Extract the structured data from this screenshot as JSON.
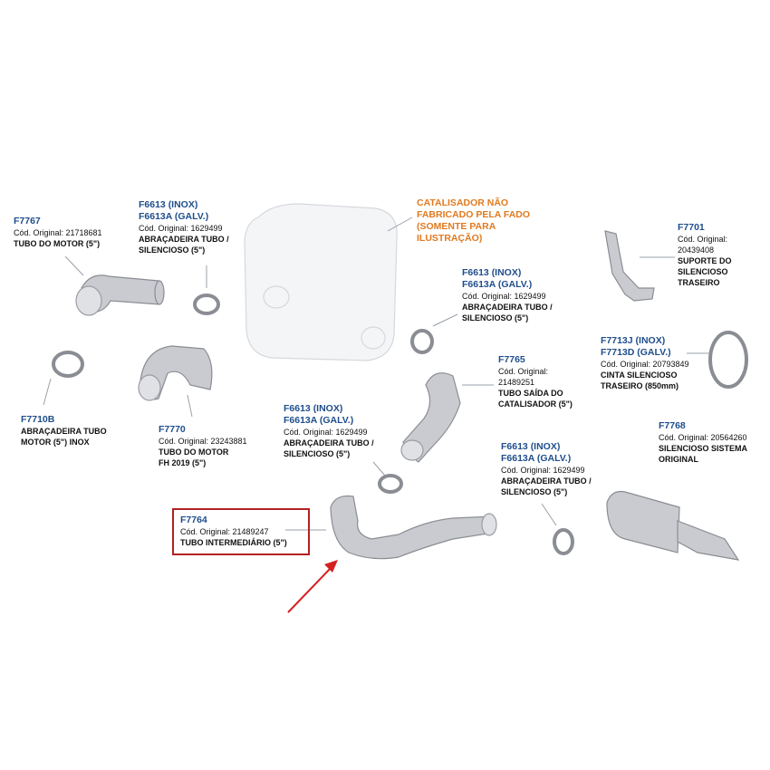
{
  "parts": {
    "f7767": {
      "code": "F7767",
      "orig": "Cód. Original: 21718681",
      "desc": "TUBO DO MOTOR (5\")"
    },
    "f6613_a": {
      "code1": "F6613 (INOX)",
      "code2": "F6613A (GALV.)",
      "orig": "Cód. Original: 1629499",
      "desc1": "ABRAÇADEIRA TUBO /",
      "desc2": "SILENCIOSO (5\")"
    },
    "catalisador": {
      "l1": "CATALISADOR NÃO",
      "l2": "FABRICADO PELA FADO",
      "l3": "(SOMENTE PARA",
      "l4": "ILUSTRAÇÃO)"
    },
    "f7701": {
      "code": "F7701",
      "orig1": "Cód. Original:",
      "orig2": "20439408",
      "desc1": "SUPORTE DO",
      "desc2": "SILENCIOSO",
      "desc3": "TRASEIRO"
    },
    "f6613_b": {
      "code1": "F6613 (INOX)",
      "code2": "F6613A (GALV.)",
      "orig": "Cód. Original: 1629499",
      "desc1": "ABRAÇADEIRA TUBO /",
      "desc2": "SILENCIOSO (5\")"
    },
    "f7713": {
      "code1": "F7713J (INOX)",
      "code2": "F7713D (GALV.)",
      "orig": "Cód. Original: 20793849",
      "desc1": "CINTA SILENCIOSO",
      "desc2": "TRASEIRO (850mm)"
    },
    "f7765": {
      "code": "F7765",
      "orig1": "Cód. Original:",
      "orig2": "21489251",
      "desc1": "TUBO SAÍDA DO",
      "desc2": "CATALISADOR  (5\")"
    },
    "f7710b": {
      "code": "F7710B",
      "desc1": "ABRAÇADEIRA TUBO",
      "desc2": "MOTOR (5\") INOX"
    },
    "f7770": {
      "code": "F7770",
      "orig": "Cód. Original: 23243881",
      "desc1": "TUBO DO MOTOR",
      "desc2": "FH 2019 (5\")"
    },
    "f6613_c": {
      "code1": "F6613 (INOX)",
      "code2": "F6613A (GALV.)",
      "orig": "Cód. Original: 1629499",
      "desc1": "ABRAÇADEIRA TUBO /",
      "desc2": "SILENCIOSO (5\")"
    },
    "f7768": {
      "code": "F7768",
      "orig": "Cód. Original: 20564260",
      "desc1": "SILENCIOSO SISTEMA",
      "desc2": "ORIGINAL"
    },
    "f6613_d": {
      "code1": "F6613 (INOX)",
      "code2": "F6613A (GALV.)",
      "orig": "Cód. Original: 1629499",
      "desc1": "ABRAÇADEIRA TUBO /",
      "desc2": "SILENCIOSO (5\")"
    },
    "f7764": {
      "code": "F7764",
      "orig": "Cód. Original: 21489247",
      "desc": "TUBO INTERMEDIÁRIO (5\")"
    }
  },
  "colors": {
    "code": "#1f4e8c",
    "note": "#e07a1f",
    "highlight": "#b22222",
    "arrow": "#d42020",
    "part": "#c9cbd0"
  }
}
